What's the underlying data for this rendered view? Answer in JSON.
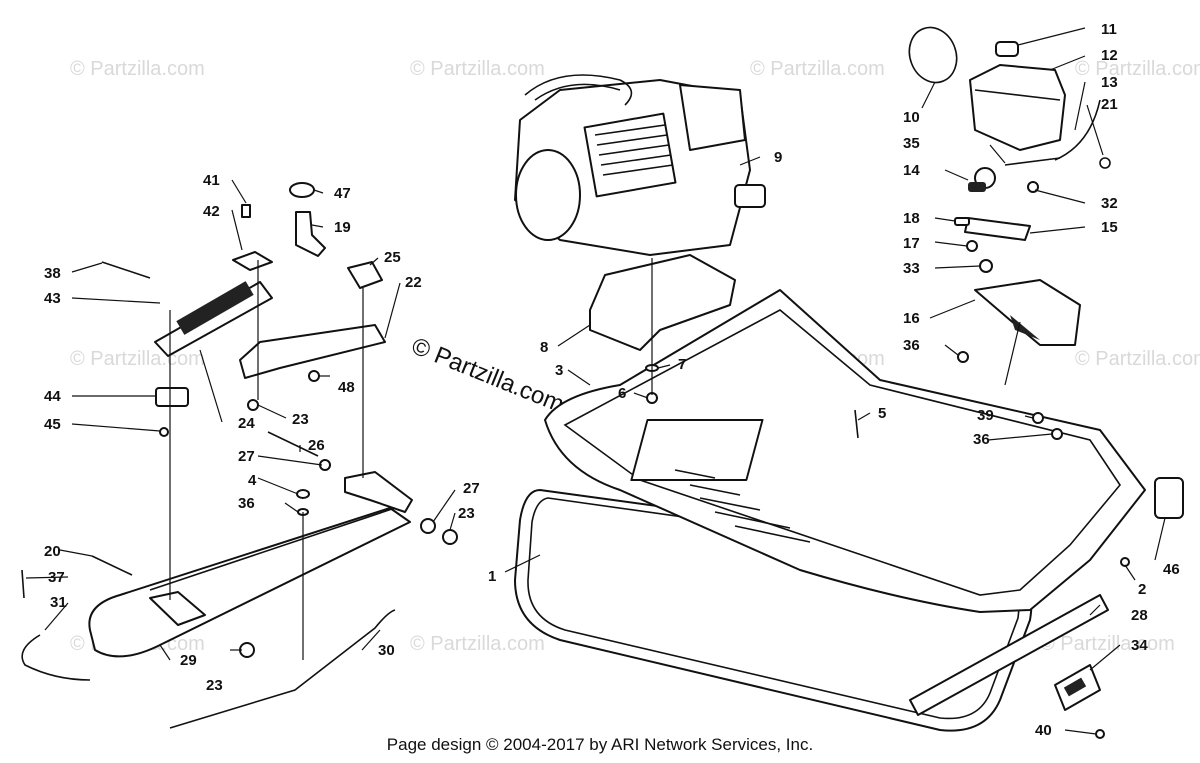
{
  "watermarks": {
    "repeat": "© Partzilla.com",
    "center": "© Partzilla.com"
  },
  "footer": {
    "text": "Page design © 2004-2017 by ARI Network Services, Inc."
  },
  "callouts": {
    "c1": "1",
    "c2": "2",
    "c3": "3",
    "c4": "4",
    "c5": "5",
    "c6": "6",
    "c7": "7",
    "c8": "8",
    "c9": "9",
    "c10": "10",
    "c11": "11",
    "c12": "12",
    "c13": "13",
    "c14": "14",
    "c15": "15",
    "c16": "16",
    "c17": "17",
    "c18": "18",
    "c19": "19",
    "c20": "20",
    "c21": "21",
    "c22": "22",
    "c23": "23",
    "c24": "24",
    "c25": "25",
    "c26": "26",
    "c27": "27",
    "c28": "28",
    "c29": "29",
    "c30": "30",
    "c31": "31",
    "c32": "32",
    "c33": "33",
    "c34": "34",
    "c35": "35",
    "c36": "36",
    "c37": "37",
    "c38": "38",
    "c39": "39",
    "c40": "40",
    "c41": "41",
    "c42": "42",
    "c43": "43",
    "c44": "44",
    "c45": "45",
    "c46": "46",
    "c47": "47",
    "c48": "48"
  }
}
